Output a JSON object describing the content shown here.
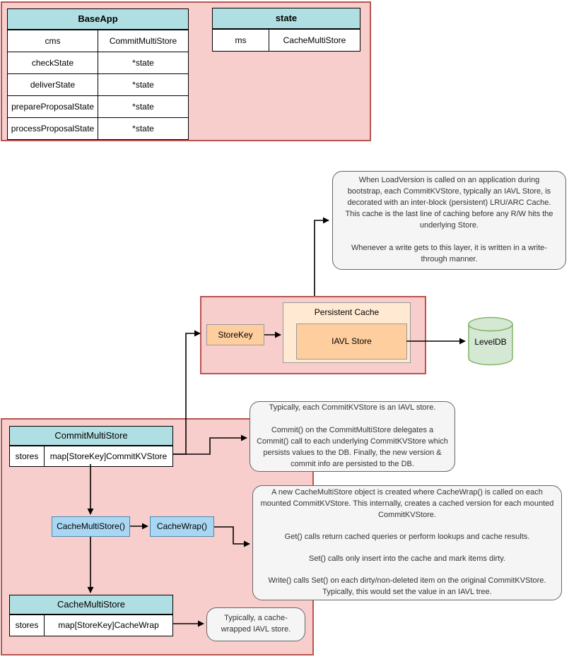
{
  "diagram": {
    "colors": {
      "group_fill": "#f8cecc",
      "group_stroke": "#b85450",
      "table_header_fill": "#b0dfe3",
      "fn_fill": "#a9d6f2",
      "fn_stroke": "#4d88af",
      "key_fill": "#ffce9e",
      "key_stroke": "#999999",
      "cache_fill": "#ffe9d2",
      "db_fill": "#d5e8d4",
      "db_stroke": "#82b366",
      "note_fill": "#f5f5f5",
      "note_stroke": "#666666"
    },
    "baseapp_table": {
      "title": "BaseApp",
      "rows": [
        [
          "cms",
          "CommitMultiStore"
        ],
        [
          "checkState",
          "*state"
        ],
        [
          "deliverState",
          "*state"
        ],
        [
          "prepareProposalState",
          "*state"
        ],
        [
          "processProposalState",
          "*state"
        ]
      ]
    },
    "state_table": {
      "title": "state",
      "rows": [
        [
          "ms",
          "CacheMultiStore"
        ]
      ]
    },
    "persistent_group": {
      "storekey_label": "StoreKey",
      "persistent_cache_label": "Persistent Cache",
      "iavl_label": "IAVL Store"
    },
    "leveldb_label": "LevelDB",
    "commitmultistore_table": {
      "title": "CommitMultiStore",
      "rows": [
        [
          "stores",
          "map[StoreKey]CommitKVStore"
        ]
      ]
    },
    "cachemultistore_fn_label": "CacheMultiStore()",
    "cachewrap_fn_label": "CacheWrap()",
    "cachemultistore_table": {
      "title": "CacheMultiStore",
      "rows": [
        [
          "stores",
          "map[StoreKey]CacheWrap"
        ]
      ]
    },
    "notes": {
      "load_version": "When LoadVersion is called on an application during bootstrap, each CommitKVStore, typically an IAVL Store, is decorated with an inter-block (persistent) LRU/ARC Cache. This cache is the last line of caching before any R/W hits the underlying Store.\n\nWhenever a write gets to this layer, it is written in a write-through manner.",
      "commit_delegation": "Typically, each CommitKVStore is an IAVL store.\n\nCommit() on the CommitMultiStore delegates a Commit() call to each underlying CommitKVStore which persists values to the DB. Finally, the new version & commit info are persisted to the DB.",
      "cache_wrap": "A new CacheMultiStore object is created where CacheWrap() is called on each mounted CommitKVStore. This internally, creates a cached version for each mounted CommitKVStore.\n\nGet() calls return cached queries or perform lookups and cache results.\n\nSet() calls only insert into the cache and mark items dirty.\n\nWrite() calls Set() on each dirty/non-deleted item on the original CommitKVStore. Typically, this would set the value in an IAVL tree.",
      "cache_wrapped_iavl": "Typically, a cache-wrapped IAVL store."
    }
  }
}
